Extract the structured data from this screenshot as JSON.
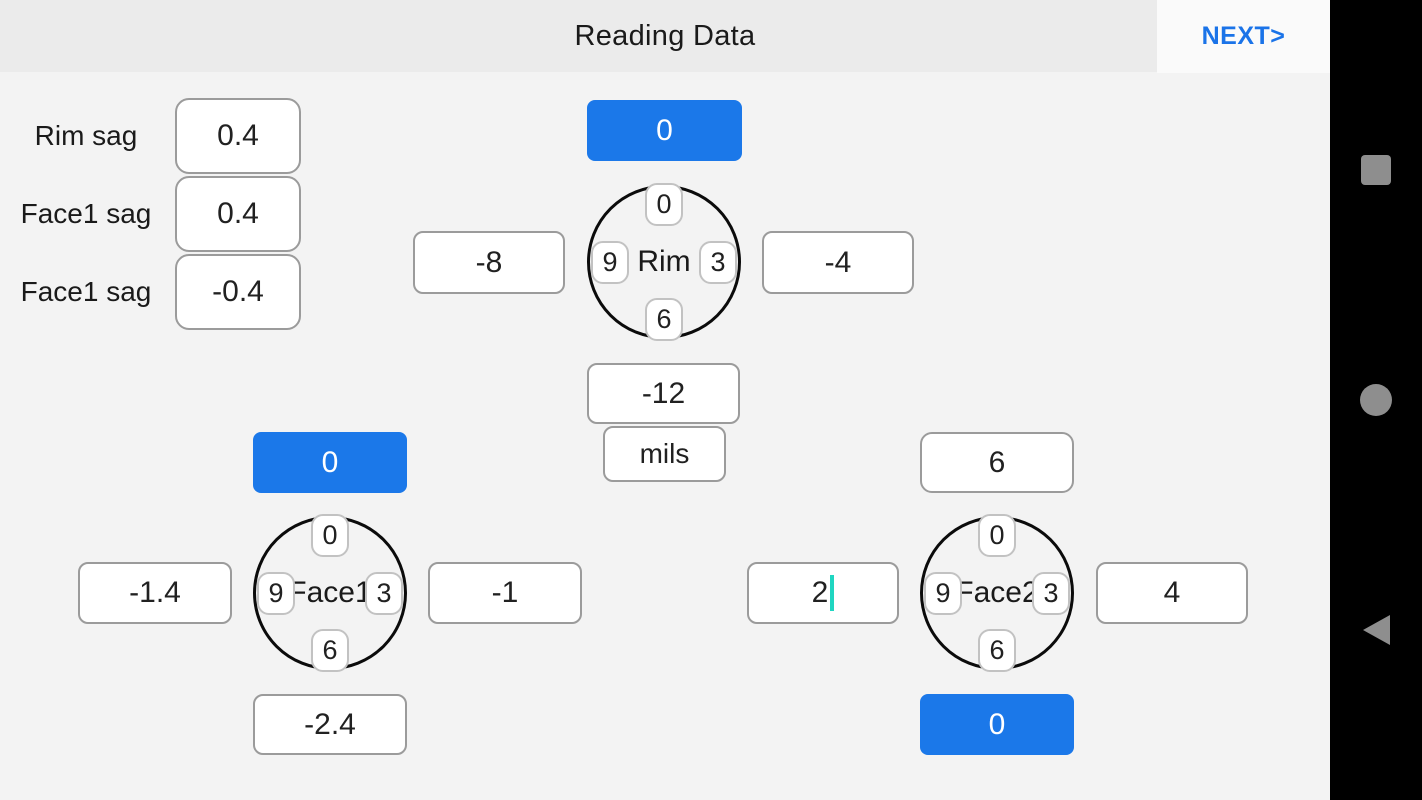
{
  "header": {
    "title": "Reading Data",
    "next_button": "NEXT>"
  },
  "sag_rows": [
    {
      "label": "Rim sag",
      "value": "0.4"
    },
    {
      "label": "Face1 sag",
      "value": "0.4"
    },
    {
      "label": "Face1 sag",
      "value": "-0.4"
    }
  ],
  "rim_dial": {
    "name": "Rim",
    "pos_top": "0",
    "pos_right": "3",
    "pos_bottom": "6",
    "pos_left": "9",
    "top_value": "0",
    "left_value": "-8",
    "right_value": "-4",
    "bottom_value": "-12",
    "units": "mils"
  },
  "face1_dial": {
    "name": "Face1",
    "pos_top": "0",
    "pos_right": "3",
    "pos_bottom": "6",
    "pos_left": "9",
    "top_value": "0",
    "left_value": "-1.4",
    "right_value": "-1",
    "bottom_value": "-2.4"
  },
  "face2_dial": {
    "name": "Face2",
    "pos_top": "0",
    "pos_right": "3",
    "pos_bottom": "6",
    "pos_left": "9",
    "top_value": "6",
    "left_value": "2",
    "right_value": "4",
    "bottom_value": "0"
  },
  "android_nav": {
    "recents_icon": "square",
    "home_icon": "circle",
    "back_icon": "left-triangle"
  },
  "colors": {
    "accent_blue": "#1b78e9",
    "next_link": "#1a73e8",
    "cursor_teal": "#1fd6c1"
  }
}
